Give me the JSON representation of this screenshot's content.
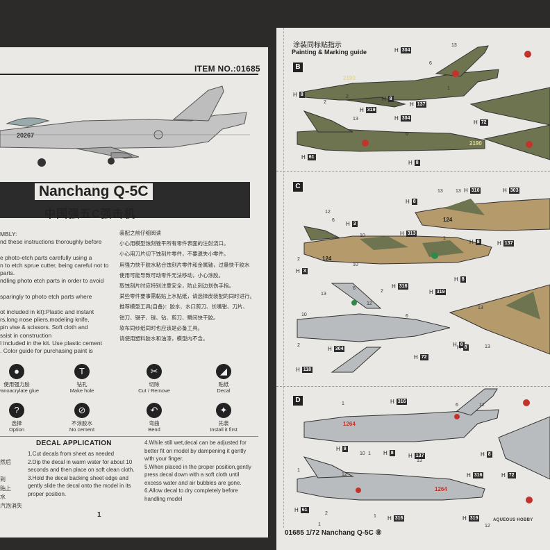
{
  "left_sheet": {
    "item_no": "ITEM NO.:01685",
    "title_en": "Nanchang Q-5C",
    "title_zh": "中国强五C强击机",
    "aircraft_serial": "20267",
    "instructions_en": [
      "MBLY:",
      "nd these instructions thoroughly before",
      "",
      "e photo-etch parts carefully using a",
      "n to etch sprue cutter, being careful not to",
      "parts.",
      "ndling photo etch parts in order to avoid",
      "",
      "sparingly to photo etch parts where",
      "",
      "ot included in kit):Plastic and instant",
      "rs,long nose pliers,modeling knife,",
      "pin vise & scissors. Soft cloth and",
      "ssist in construction",
      "I included in the kit. Use plastic cement",
      ". Color guide for purchasing paint is"
    ],
    "instructions_zh": [
      "装配之前仔细阅读",
      "小心用模型蚀刻锉平所有零件表面的注射浇口。",
      "小心用刀片切下蚀刻片零件，不要遗失小零件。",
      "用强力快干胶水粘合蚀刻片零件和金属轴，过量快干胶水",
      "使用可能导致可动零件无法移动，小心涂胶。",
      "取蚀刻片时应特别注意安全，防止刺边划伤手指。",
      "某些零件要事需黏贴上水贴纸，请选择皮装配的同时进行。",
      "推荐模型工具(自备)：胶水、水口剪刀、长嘴钳、刀片、",
      "钳刀、镊子、锉、钻、剪刀、瞬间快干胶。",
      "软布同纱纸同时也应该是必备工具。",
      "请使用塑料胶水和油漆，模型内不含。"
    ],
    "icons": [
      {
        "name": "glue-icon",
        "glyph": "●",
        "zh": "使用强力胶",
        "en": "Cyanoacrylate glue"
      },
      {
        "name": "drill-icon",
        "glyph": "T",
        "zh": "钻孔",
        "en": "Make hole"
      },
      {
        "name": "cut-icon",
        "glyph": "✂",
        "zh": "切除",
        "en": "Cut / Remove"
      },
      {
        "name": "decal-icon",
        "glyph": "◢",
        "zh": "贴纸",
        "en": "Decal"
      },
      {
        "name": "option-icon",
        "glyph": "?",
        "zh": "选择",
        "en": "Option"
      },
      {
        "name": "no-cement-icon",
        "glyph": "⊘",
        "zh": "不涂胶水",
        "en": "No cement"
      },
      {
        "name": "bend-icon",
        "glyph": "↶",
        "zh": "弯曲",
        "en": "Bend"
      },
      {
        "name": "install-first-icon",
        "glyph": "✦",
        "zh": "先装",
        "en": "Install it first"
      }
    ],
    "decal_application": {
      "heading": "DECAL APPLICATION",
      "col1": [
        "1.Cut decals from sheet as needed",
        "2.Dip the decal in warm water for about 10",
        "seconds and then place on soft clean cloth.",
        "3.Hold the decal backing sheet edge and",
        "gently slide the decal onto the model in its",
        "proper position."
      ],
      "col2": [
        "4.While still wet,decal can be adjusted for",
        "better fit on model by dampening it gently",
        "with your finger.",
        "5.When placed in the proper position,gently",
        "press decal down with a soft cloth until",
        "excess water and air bubbles are gone.",
        "6.Allow decal to dry completely before",
        "handling model"
      ],
      "left_fragments": [
        "然后",
        "",
        "到",
        "贴上",
        "水",
        "汽泡消失"
      ]
    },
    "page_number": "1"
  },
  "right_sheet": {
    "heading_zh": "涂装同标贴指示",
    "heading_en": "Painting & Marking guide",
    "sections": [
      {
        "letter": "B",
        "serials": [
          "2190",
          "2190"
        ]
      },
      {
        "letter": "C",
        "serials": [
          "124",
          "124"
        ]
      },
      {
        "letter": "D",
        "serials": [
          "1264",
          "1264"
        ]
      }
    ],
    "labels": [
      {
        "h": "H",
        "code": "304"
      },
      {
        "h": "H",
        "code": "8"
      },
      {
        "h": "H",
        "code": "8"
      },
      {
        "h": "H",
        "code": "319"
      },
      {
        "h": "H",
        "code": "137"
      },
      {
        "h": "H",
        "code": "304"
      },
      {
        "h": "H",
        "code": "72"
      },
      {
        "h": "H",
        "code": "61"
      },
      {
        "h": "H",
        "code": "8"
      },
      {
        "h": "H",
        "code": "310"
      },
      {
        "h": "H",
        "code": "303"
      },
      {
        "h": "H",
        "code": "8"
      },
      {
        "h": "H",
        "code": "3"
      },
      {
        "h": "H",
        "code": "313"
      },
      {
        "h": "H",
        "code": "8"
      },
      {
        "h": "H",
        "code": "137"
      },
      {
        "h": "H",
        "code": "3"
      },
      {
        "h": "H",
        "code": "8"
      },
      {
        "h": "H",
        "code": "316"
      },
      {
        "h": "H",
        "code": "319"
      },
      {
        "h": "H",
        "code": "8"
      },
      {
        "h": "H",
        "code": "304"
      },
      {
        "h": "H",
        "code": "8"
      },
      {
        "h": "H",
        "code": "72"
      },
      {
        "h": "H",
        "code": "118"
      },
      {
        "h": "H",
        "code": "316"
      },
      {
        "h": "H",
        "code": "8"
      },
      {
        "h": "H",
        "code": "8"
      },
      {
        "h": "H",
        "code": "137"
      },
      {
        "h": "H",
        "code": "8"
      },
      {
        "h": "H",
        "code": "316"
      },
      {
        "h": "H",
        "code": "72"
      },
      {
        "h": "H",
        "code": "61"
      },
      {
        "h": "H",
        "code": "316"
      },
      {
        "h": "H",
        "code": "319"
      }
    ],
    "numbers": [
      "13",
      "6",
      "2",
      "1",
      "13",
      "6",
      "2",
      "13",
      "12",
      "6",
      "10",
      "2",
      "13",
      "10",
      "1",
      "13",
      "6",
      "2",
      "13",
      "10",
      "12",
      "6",
      "2",
      "13",
      "1",
      "1",
      "12",
      "6",
      "10",
      "13",
      "1",
      "12",
      "2",
      "1",
      "12",
      "1"
    ],
    "footer": "01685 1/72 Nanchang Q-5C",
    "footer_page": "⑧",
    "brand": "AQUEOUS HOBBY"
  },
  "colors": {
    "paper": "#ebe9e5",
    "ink": "#222222",
    "olive": "#6e7450",
    "camo_tan": "#b59a6b",
    "silver": "#b9bcbf",
    "star_red": "#c2342b"
  }
}
